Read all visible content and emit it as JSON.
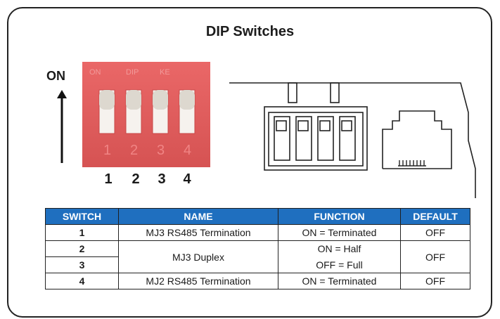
{
  "title": "DIP Switches",
  "on_label": "ON",
  "switch_numbers": [
    "1",
    "2",
    "3",
    "4"
  ],
  "switch_states": [
    "ON",
    "ON",
    "ON",
    "ON"
  ],
  "colors": {
    "dip_body": "#e85a5a",
    "header_bg": "#1f6fbf",
    "header_text": "#ffffff"
  },
  "table": {
    "headers": [
      "SWITCH",
      "NAME",
      "FUNCTION",
      "DEFAULT"
    ],
    "rows": [
      {
        "switch": "1",
        "name": "MJ3 RS485 Termination",
        "function": "ON = Terminated",
        "default": "OFF"
      },
      {
        "switch": "2",
        "name": "MJ3 Duplex",
        "function": "ON = Half",
        "default": "OFF"
      },
      {
        "switch": "3",
        "function": "OFF = Full"
      },
      {
        "switch": "4",
        "name": "MJ2 RS485 Termination",
        "function": "ON = Terminated",
        "default": "OFF"
      }
    ]
  }
}
